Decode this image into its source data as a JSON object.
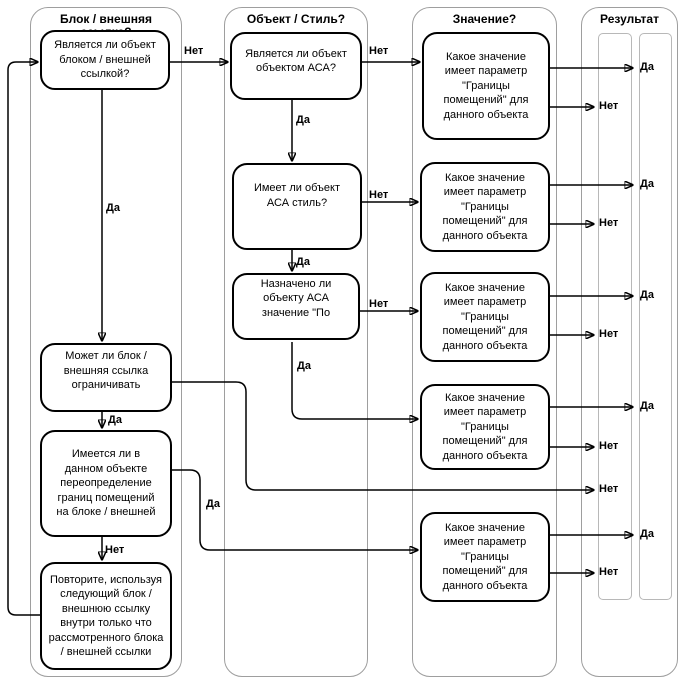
{
  "labels": {
    "yes": "Да",
    "no": "Нет"
  },
  "lanes": [
    {
      "title": "Блок / внешняя\nссылка?"
    },
    {
      "title": "Объект / Стиль?"
    },
    {
      "title": "Значение?"
    },
    {
      "title": "Результат"
    }
  ],
  "nodes": [
    {
      "id": "is-block-or-xref",
      "text": "Является ли объект\nблоком / внешней\nссылкой?"
    },
    {
      "id": "can-block-xref-limit",
      "text": "Может ли блок /\nвнешняя ссылка\nограничивать"
    },
    {
      "id": "has-room-boundary-override",
      "text": "Имеется ли в\nданном объекте\nпереопределение\nграниц помещений\nна блоке / внешней"
    },
    {
      "id": "repeat-next-block-xref",
      "text": "Повторите, используя\nследующий блок /\nвнешнюю ссылку\nвнутри только что\nрассмотренного блока\n/ внешней ссылки"
    },
    {
      "id": "is-aca-object",
      "text": "Является ли объект\nобъектом АСА?"
    },
    {
      "id": "has-aca-style",
      "text": "Имеет ли объект\nАСА стиль?"
    },
    {
      "id": "aca-value-by",
      "text": "Назначено ли\nобъекту АСА\nзначение \"По"
    },
    {
      "id": "value-check-1",
      "text": "Какое значение\nимеет параметр\n\"Границы\nпомещений\" для\nданного объекта"
    },
    {
      "id": "value-check-2",
      "text": "Какое значение\nимеет параметр\n\"Границы\nпомещений\" для\nданного объекта"
    },
    {
      "id": "value-check-3",
      "text": "Какое значение\nимеет параметр\n\"Границы\nпомещений\" для\nданного объекта"
    },
    {
      "id": "value-check-4",
      "text": "Какое значение\nимеет параметр\n\"Границы\nпомещений\" для\nданного объекта"
    },
    {
      "id": "value-check-5",
      "text": "Какое значение\nимеет параметр\n\"Границы\nпомещений\" для\nданного объекта"
    }
  ],
  "branch_labels": [
    {
      "text": "Нет"
    },
    {
      "text": "Да"
    },
    {
      "text": "Нет"
    },
    {
      "text": "Да"
    },
    {
      "text": "Нет"
    },
    {
      "text": "Да"
    },
    {
      "text": "Нет"
    },
    {
      "text": "Да"
    },
    {
      "text": "Да"
    },
    {
      "text": "Да"
    },
    {
      "text": "Нет"
    }
  ],
  "result_rows": [
    {
      "label": "Да"
    },
    {
      "label": "Нет"
    },
    {
      "label": "Да"
    },
    {
      "label": "Нет"
    },
    {
      "label": "Да"
    },
    {
      "label": "Нет"
    },
    {
      "label": "Да"
    },
    {
      "label": "Нет"
    },
    {
      "label": "Нет"
    },
    {
      "label": "Да"
    },
    {
      "label": "Нет"
    }
  ]
}
